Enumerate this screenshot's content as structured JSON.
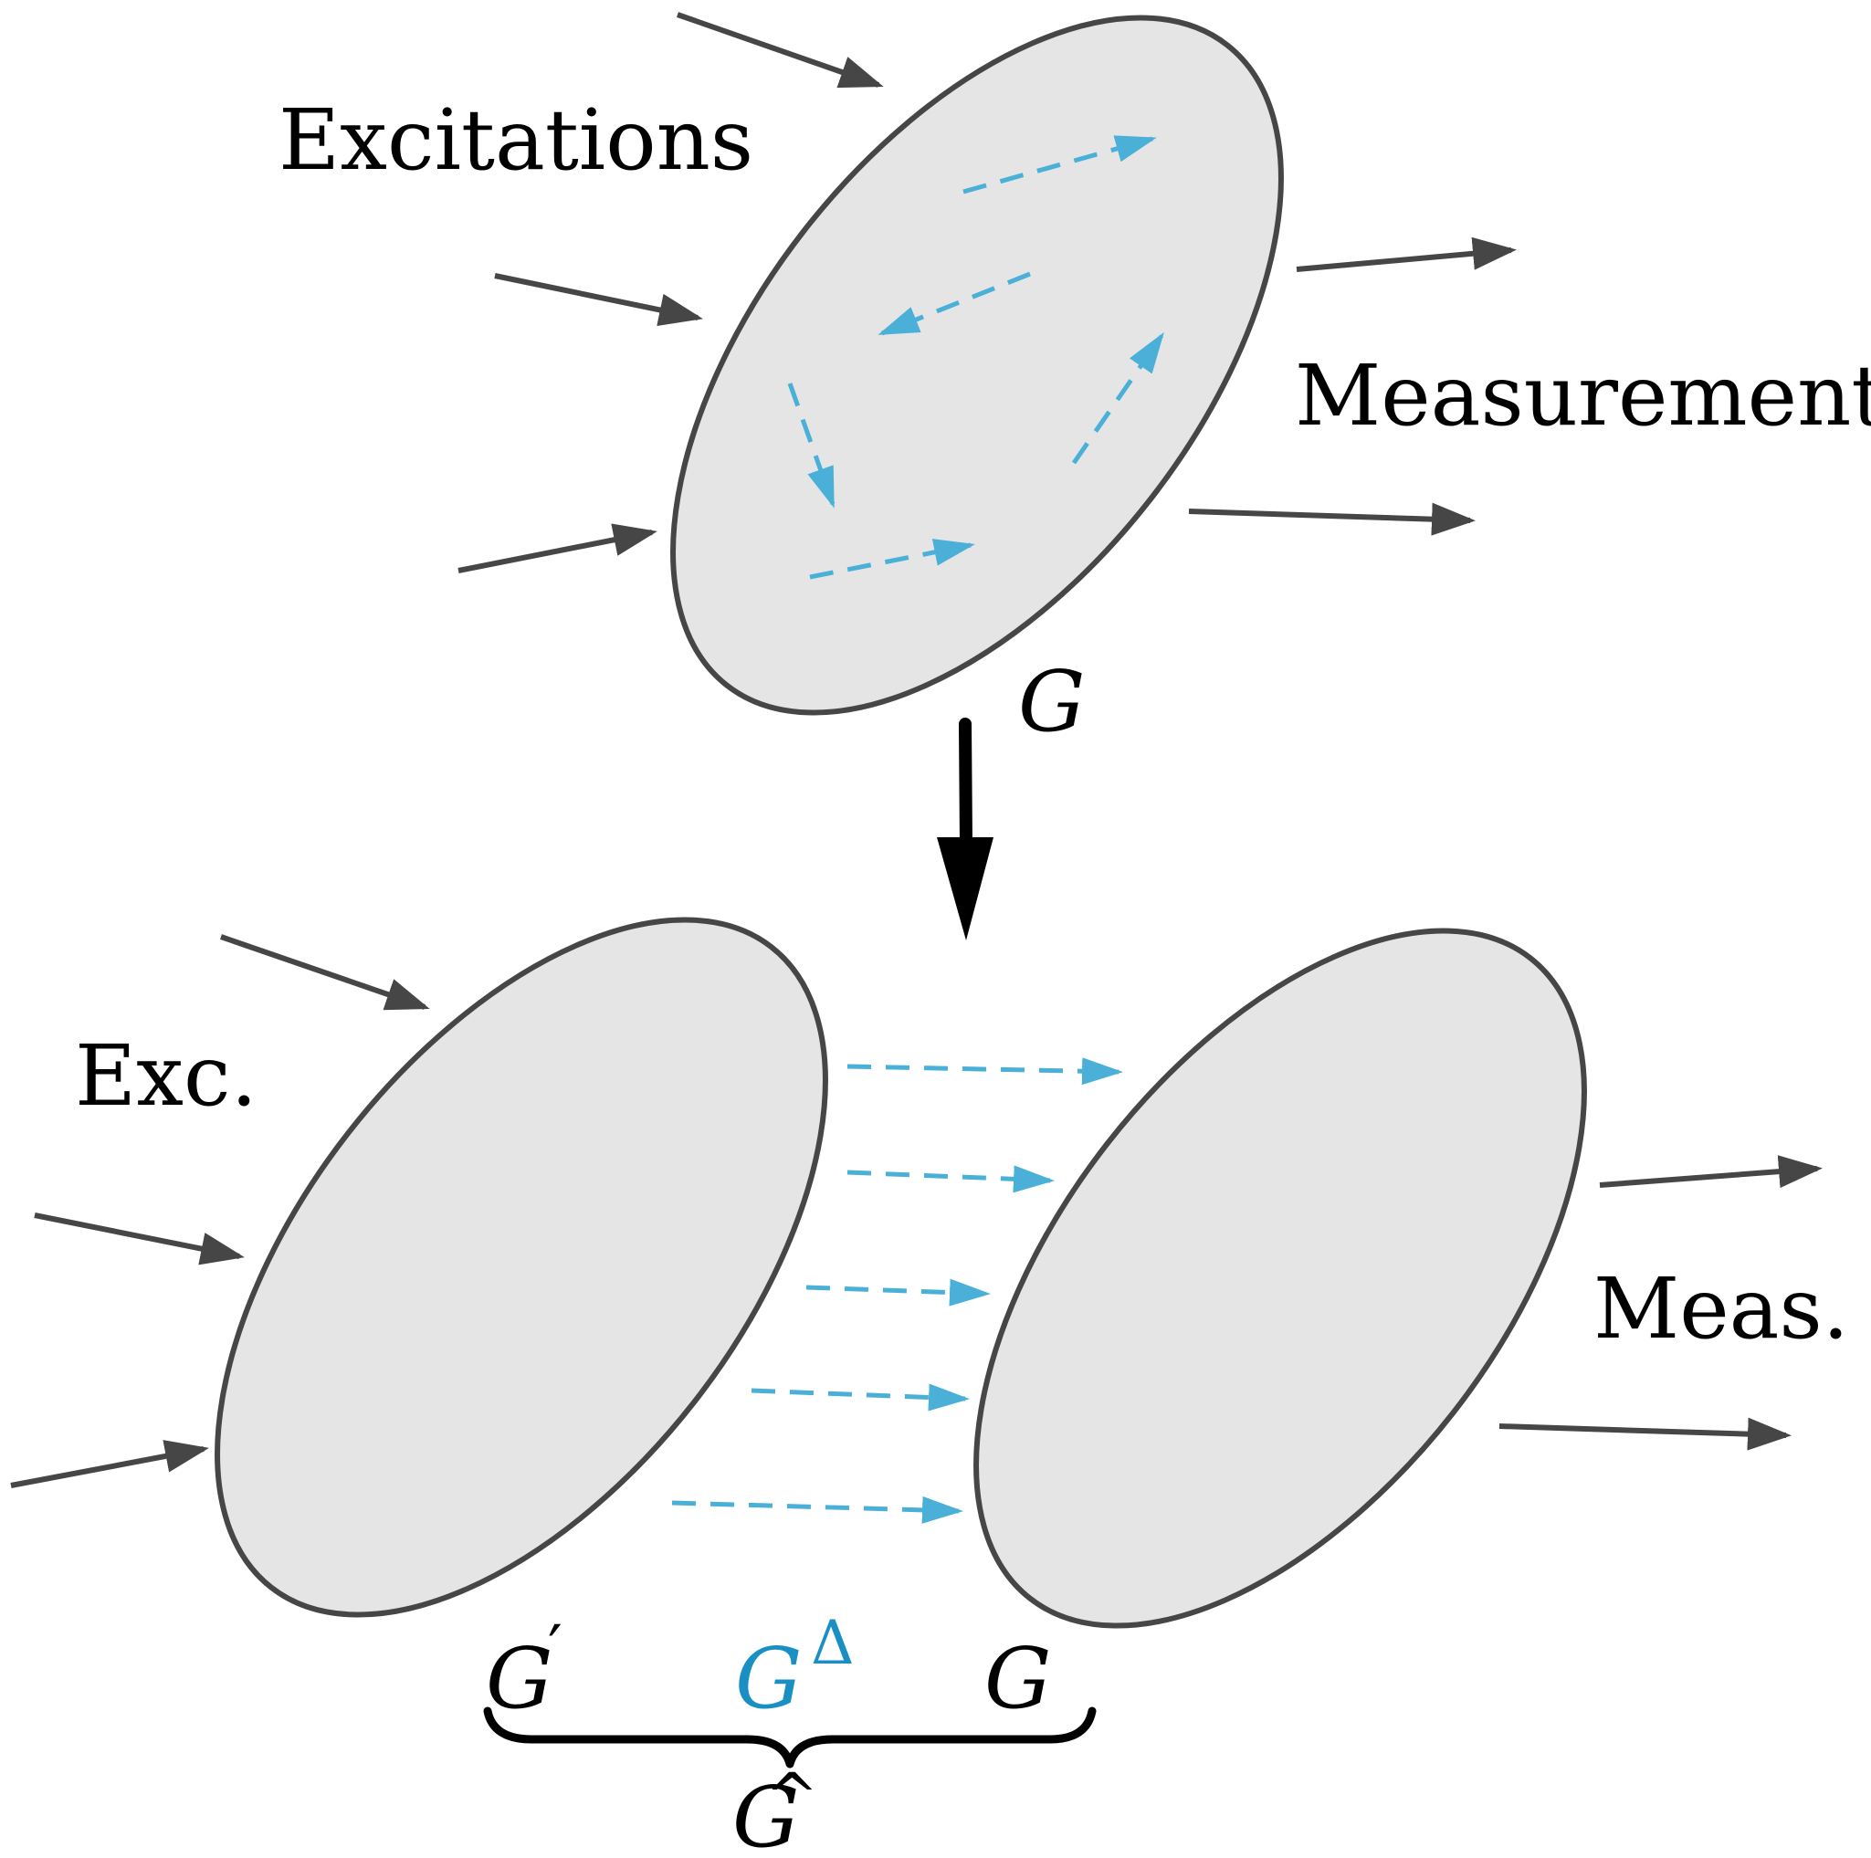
{
  "labels": {
    "excitations": "Excitations",
    "measurements": "Measurements",
    "exc_short": "Exc.",
    "meas_short": "Meas.",
    "g_top": "G",
    "g_prime_base": "G",
    "g_prime_mark": "′",
    "g_delta_base": "G",
    "g_delta_sup": "Δ",
    "g_right": "G",
    "g_hat_base": "G",
    "g_hat_mark": "^"
  },
  "colors": {
    "blob_fill": "#e5e5e5",
    "blob_stroke": "#464646",
    "external_arrow": "#464646",
    "internal_arrow": "#4ab0d8",
    "main_arrow": "#000000",
    "delta_label": "#1a8fc4"
  }
}
